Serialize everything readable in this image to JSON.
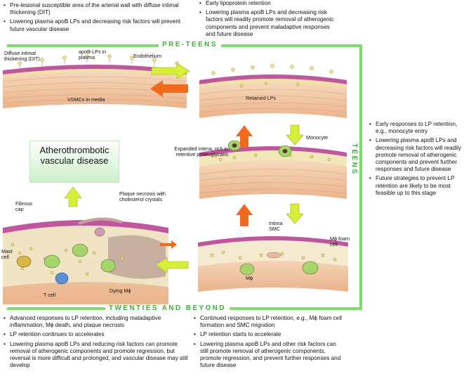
{
  "stage_bands": {
    "preteens": "PRE-TEENS",
    "teens": "TEENS",
    "twenties": "TWENTIES AND BEYOND"
  },
  "notes": {
    "top_left": [
      "Pre-lesional susceptible area of the arterial wall with diffuse intimal thickening (DIT)",
      "Lowering plasma apoB LPs and decreasing risk factors will prevent future vascular disease"
    ],
    "top_center": [
      "Early lipoprotein retention",
      "Lowering plasma apoB LPs and decreasing risk factors will readily promote removal of atherogenic components and prevent maladaptive responses and future disease"
    ],
    "right": [
      "Early responses to LP retention, e.g., monocyte entry",
      "Lowering plasma apoB LPs and decreasing risk factors will readily promote removal of atherogenic components and prevent further responses and future disease",
      "Future strategies to prevent LP retention are likely to be most feasible up to this stage"
    ],
    "bottom_left": [
      "Advanced responses to LP retention, including maladaptive inflammation, Mϕ death, and plaque necrosis",
      "LP retention continues to accelerates",
      "Lowering plasma apoB LPs and reducing risk factors can promote removal of atherogenic components and promote regression, but reversal is more difficult and prolonged, and vascular disease may still develop"
    ],
    "bottom_center": [
      "Continued responses to LP retention, e.g., Mϕ foam cell formation and SMC migration",
      "LP retention starts to accelerate",
      "Lowering plasma apoB LPs and other risk factors can still promote removal of atherogenic components, promote regression, and prevent further responses and future disease"
    ]
  },
  "labels": {
    "dit": "Diffuse intimal thickening (DIT)",
    "apob_plasma": "apoB-LPs in plasma",
    "endothelium": "Endothelium",
    "vsmcs": "VSMCs in media",
    "retained": "Retained LPs",
    "monocyte": "Monocyte",
    "expanded_intima": "Expanded intima, rich in retentive proteoglycans",
    "intima_smc": "Intima SMC",
    "foam_cell": "Mϕ foam cell",
    "mphi": "Mϕ",
    "fibrous_cap": "Fibrous cap",
    "plaque_necrosis": "Plaque necrosis with cholesterol crystals",
    "mast_cell": "Mast cell",
    "t_cell": "T cell",
    "dying_mphi": "Dying Mϕ"
  },
  "callout": "Atherothrombotic vascular disease",
  "colors": {
    "frame_green": "#7fdc6b",
    "arrow_yellow": "#d8ef3a",
    "arrow_orange": "#f26a1b",
    "endothelium": "#c0569e",
    "media": "#f3cda9"
  }
}
